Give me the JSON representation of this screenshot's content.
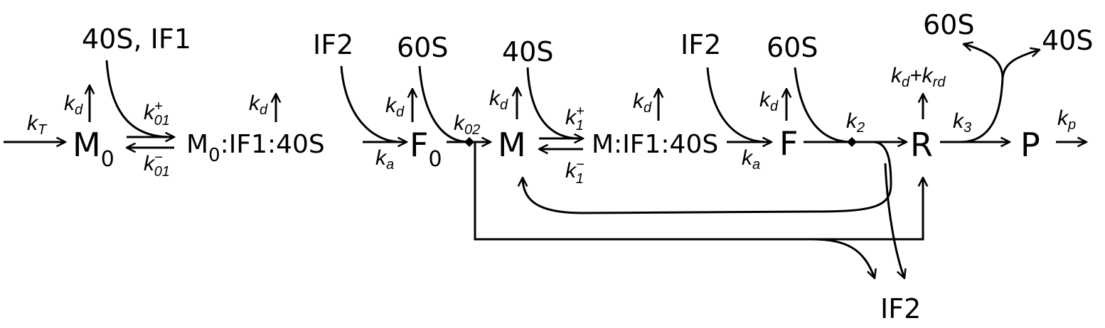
{
  "species": {
    "M0": {
      "main": "M",
      "sub": "0"
    },
    "M0_IF1_40S": {
      "main": "M",
      "sub": "0",
      "rest": ":IF1:40S"
    },
    "F0": {
      "main": "F",
      "sub": "0"
    },
    "M": {
      "main": "M"
    },
    "M_IF1_40S": {
      "main": "M:IF1:40S"
    },
    "F": {
      "main": "F"
    },
    "R": {
      "main": "R"
    },
    "P": {
      "main": "P"
    }
  },
  "inputs": {
    "in1": "40S, IF1",
    "in2": "IF2",
    "in3": "60S",
    "in4": "40S",
    "in5": "IF2",
    "in6": "60S",
    "out_60S": "60S",
    "out_40S": "40S",
    "out_IF2": "IF2"
  },
  "rates": {
    "kT": {
      "k": "k",
      "sub": "T"
    },
    "kd": {
      "k": "k",
      "sub": "d"
    },
    "kd_krd": {
      "k": "k",
      "sub": "d",
      "plus": "+k",
      "sub2": "rd"
    },
    "k01p": {
      "k": "k",
      "sup": "+",
      "sub": "01"
    },
    "k01m": {
      "k": "k",
      "sup": "−",
      "sub": "01"
    },
    "ka": {
      "k": "k",
      "sub": "a"
    },
    "k02": {
      "k": "k",
      "sub": "02"
    },
    "k1p": {
      "k": "k",
      "sup": "+",
      "sub": "1"
    },
    "k1m": {
      "k": "k",
      "sup": "−",
      "sub": "1"
    },
    "k2": {
      "k": "k",
      "sub": "2"
    },
    "k3": {
      "k": "k",
      "sub": "3"
    },
    "kp": {
      "k": "k",
      "sub": "p"
    }
  }
}
